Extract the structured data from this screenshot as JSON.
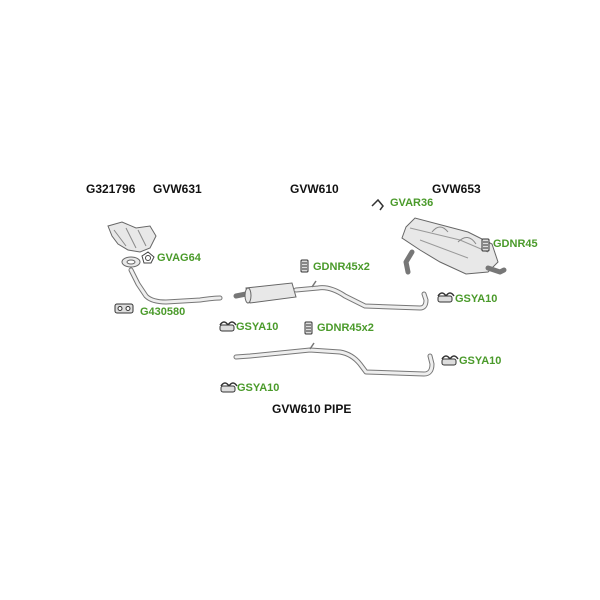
{
  "parts": {
    "g321796": "G321796",
    "gvw631": "GVW631",
    "gvw610": "GVW610",
    "gvw653": "GVW653",
    "gvw610_pipe": "GVW610 PIPE"
  },
  "accessories": {
    "gvar36": "GVAR36",
    "gdnr45": "GDNR45",
    "gvag64": "GVAG64",
    "gdnr45x2_top": "GDNR45x2",
    "gsya10_right_top": "GSYA10",
    "g430580": "G430580",
    "gsya10_mid": "GSYA10",
    "gdnr45x2_bottom": "GDNR45x2",
    "gsya10_right_bottom": "GSYA10",
    "gsya10_bottom": "GSYA10"
  },
  "colors": {
    "part_label": "#111111",
    "accessory_label": "#4a9a2a"
  }
}
